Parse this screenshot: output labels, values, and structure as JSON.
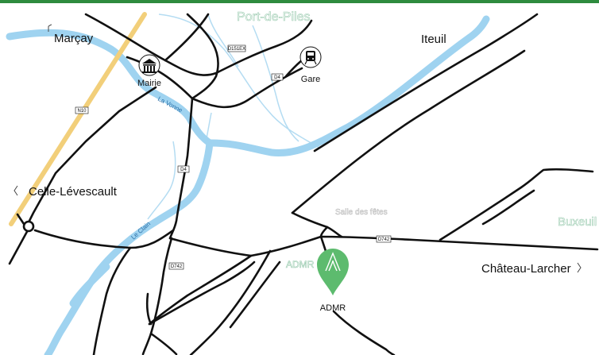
{
  "colors": {
    "top_bar": "#2e8b3e",
    "river": "#9fd3f0",
    "river_thin": "#b4dcf2",
    "road": "#111111",
    "highway": "#f2cf7a",
    "marker": "#5dbb6e"
  },
  "places": {
    "marcay": "Marçay",
    "iteuil": "Iteuil",
    "celle": "Celle-Lévescault",
    "chateau": "Château-Larcher"
  },
  "faint_labels": {
    "port_de_piles": "Port-de-Piles",
    "buxeuil": "Buxeuil",
    "salle_des_fetes": "Salle des fêtes",
    "admr_faint": "ADMR"
  },
  "pois": {
    "mairie": {
      "label": "Mairie",
      "icon": "town-hall-icon"
    },
    "gare": {
      "label": "Gare",
      "icon": "train-icon"
    },
    "admr": {
      "label": "ADMR",
      "icon": "map-marker-icon"
    }
  },
  "rivers": {
    "vonne": "La Vonne",
    "clain": "Le Clain"
  },
  "roads": {
    "n10": "N10",
    "d4_north": "D4",
    "d4_center": "D4",
    "d151ex": "D151EX",
    "d742_west": "D742",
    "d742_east": "D742"
  }
}
